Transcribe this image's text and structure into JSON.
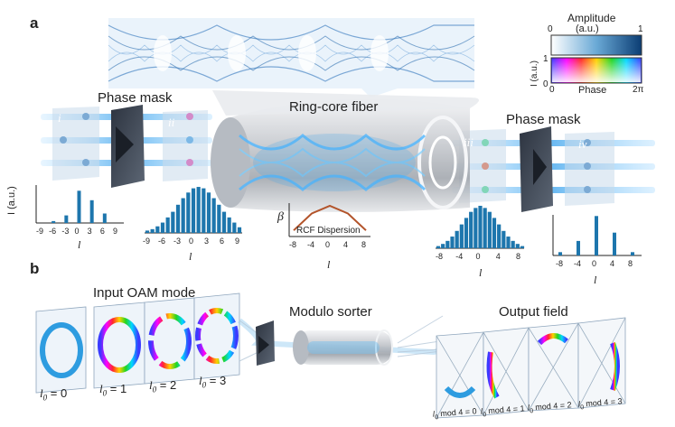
{
  "panel_a": {
    "letter": "a",
    "labels": {
      "phase_mask_left": "Phase mask",
      "phase_mask_right": "Phase mask",
      "fiber": "Ring-core fiber",
      "i": "i",
      "ii": "ii",
      "iii": "iii",
      "iv": "iv"
    },
    "colorbar": {
      "amplitude_title": "Amplitude",
      "amplitude_unit": "(a.u.)",
      "amp_min": "0",
      "amp_max": "1",
      "intensity_label": "I (a.u.)",
      "phase_title": "Phase",
      "i_min": "0",
      "i_max": "1",
      "phase_min": "0",
      "phase_max": "2π"
    },
    "hist_i": {
      "ylabel": "I (a.u.)",
      "xlabel": "l",
      "ticks": [
        "-9",
        "-6",
        "-3",
        "0",
        "3",
        "6",
        "9"
      ]
    },
    "hist_ii": {
      "xlabel": "l",
      "ticks": [
        "-9",
        "-6",
        "-3",
        "0",
        "3",
        "6",
        "9"
      ]
    },
    "dispersion": {
      "ylabel": "β",
      "caption": "RCF Dispersion",
      "xlabel": "l",
      "ticks": [
        "-8",
        "-4",
        "0",
        "4",
        "8"
      ]
    },
    "hist_iii": {
      "xlabel": "l",
      "ticks": [
        "-8",
        "-4",
        "0",
        "4",
        "8"
      ]
    },
    "hist_iv": {
      "xlabel": "l",
      "ticks": [
        "-8",
        "-4",
        "0",
        "4",
        "8"
      ]
    }
  },
  "panel_b": {
    "letter": "b",
    "input_title": "Input OAM mode",
    "sorter_title": "Modulo sorter",
    "output_title": "Output field",
    "inputs": [
      {
        "var": "l",
        "sub": "0",
        "eq": "= 0"
      },
      {
        "var": "l",
        "sub": "0",
        "eq": "= 1"
      },
      {
        "var": "l",
        "sub": "0",
        "eq": "= 2"
      },
      {
        "var": "l",
        "sub": "0",
        "eq": "= 3"
      }
    ],
    "outputs": [
      {
        "var": "l",
        "sub": "0",
        "text": "mod 4 = 0"
      },
      {
        "var": "l",
        "sub": "0",
        "text": "mod 4 = 1"
      },
      {
        "var": "l",
        "sub": "0",
        "text": "mod 4 = 2"
      },
      {
        "var": "l",
        "sub": "0",
        "text": "mod 4 = 3"
      }
    ]
  },
  "chart_data": [
    {
      "type": "bar",
      "name": "hist_i",
      "x": [
        -9,
        -8,
        -7,
        -6,
        -5,
        -4,
        -3,
        -2,
        -1,
        0,
        1,
        2,
        3,
        4,
        5,
        6,
        7,
        8,
        9
      ],
      "values": [
        0,
        0,
        0,
        0.05,
        0,
        0,
        0.2,
        0,
        0,
        0.85,
        0,
        0,
        0.6,
        0,
        0,
        0.25,
        0,
        0,
        0
      ]
    },
    {
      "type": "bar",
      "name": "hist_ii",
      "x": [
        -9,
        -8,
        -7,
        -6,
        -5,
        -4,
        -3,
        -2,
        -1,
        0,
        1,
        2,
        3,
        4,
        5,
        6,
        7,
        8,
        9
      ],
      "values": [
        0.05,
        0.08,
        0.14,
        0.22,
        0.33,
        0.45,
        0.6,
        0.74,
        0.86,
        0.95,
        0.98,
        0.95,
        0.86,
        0.74,
        0.6,
        0.45,
        0.33,
        0.22,
        0.12
      ]
    },
    {
      "type": "line",
      "name": "dispersion",
      "x": [
        -8,
        -4,
        0,
        4,
        8
      ],
      "values": [
        0.2,
        0.75,
        1.0,
        0.75,
        0.2
      ]
    },
    {
      "type": "bar",
      "name": "hist_iii",
      "x": [
        -9,
        -8,
        -7,
        -6,
        -5,
        -4,
        -3,
        -2,
        -1,
        0,
        1,
        2,
        3,
        4,
        5,
        6,
        7,
        8,
        9
      ],
      "values": [
        0.05,
        0.1,
        0.17,
        0.27,
        0.4,
        0.55,
        0.7,
        0.84,
        0.93,
        0.98,
        0.93,
        0.84,
        0.7,
        0.55,
        0.4,
        0.27,
        0.17,
        0.1,
        0.05
      ]
    },
    {
      "type": "bar",
      "name": "hist_iv",
      "x": [
        -8,
        -4,
        0,
        4,
        8
      ],
      "values": [
        0.08,
        0.35,
        0.95,
        0.55,
        0.08
      ]
    }
  ]
}
